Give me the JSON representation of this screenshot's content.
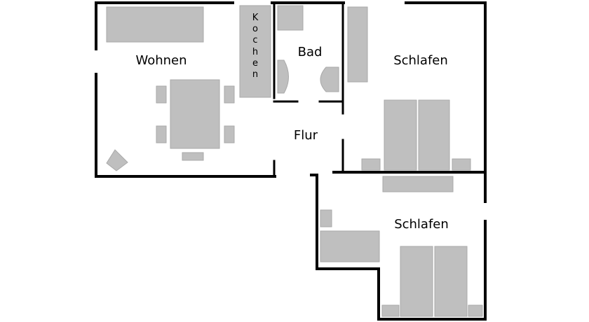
{
  "rooms": {
    "wohnen": "Wohnen",
    "bad": "Bad",
    "schlafen_1": "Schlafen",
    "flur": "Flur",
    "schlafen_2": "Schlafen"
  },
  "kochen_letters": [
    "K",
    "o",
    "c",
    "h",
    "e",
    "n"
  ],
  "colors": {
    "walls": "#000000",
    "furniture": "#bfbfbf",
    "background": "#ffffff"
  }
}
